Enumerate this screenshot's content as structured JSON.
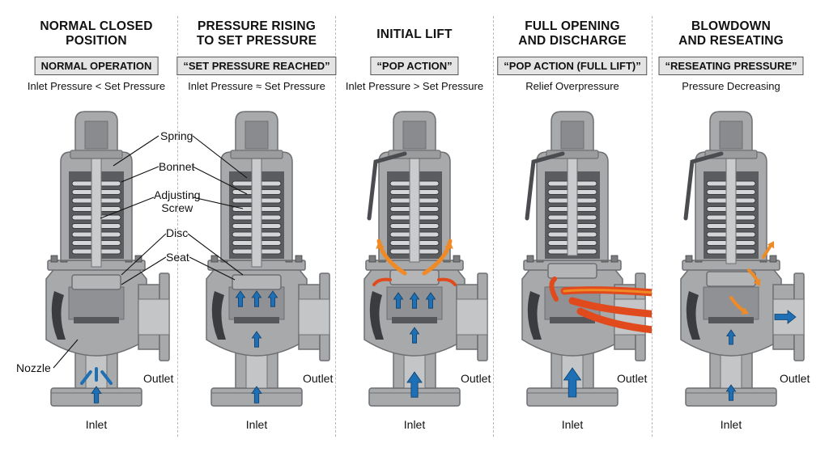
{
  "panels": [
    {
      "title": "NORMAL CLOSED\nPOSITION",
      "badge": "NORMAL OPERATION",
      "condition": "Inlet Pressure < Set Pressure",
      "inlet": "Inlet",
      "outlet": "Outlet"
    },
    {
      "title": "PRESSURE RISING\nTO SET PRESSURE",
      "badge": "“SET PRESSURE REACHED”",
      "condition": "Inlet Pressure ≈ Set Pressure",
      "inlet": "Inlet",
      "outlet": "Outlet"
    },
    {
      "title": "INITIAL LIFT",
      "badge": "“POP ACTION”",
      "condition": "Inlet Pressure > Set Pressure",
      "inlet": "Inlet",
      "outlet": "Outlet"
    },
    {
      "title": "FULL OPENING\nAND DISCHARGE",
      "badge": "“POP ACTION (FULL LIFT)”",
      "condition": "Relief Overpressure",
      "inlet": "Inlet",
      "outlet": "Outlet"
    },
    {
      "title": "BLOWDOWN\nAND RESEATING",
      "badge": "“RESEATING PRESSURE”",
      "condition": "Pressure Decreasing",
      "inlet": "Inlet",
      "outlet": "Outlet"
    }
  ],
  "callouts": {
    "spring": "Spring",
    "bonnet": "Bonnet",
    "adjusting_screw": "Adjusting\nScrew",
    "disc": "Disc",
    "seat": "Seat",
    "nozzle": "Nozzle"
  },
  "colors": {
    "metal": "#a7a9ab",
    "metal_dark": "#6d6f72",
    "cavity": "#3a3c3f",
    "flow_blue": "#1f6fb5",
    "discharge_red": "#e04a1c",
    "discharge_orange": "#f08a24"
  },
  "icons": {
    "flow": "arrow-up-icon",
    "discharge": "curved-arrow-icon"
  }
}
